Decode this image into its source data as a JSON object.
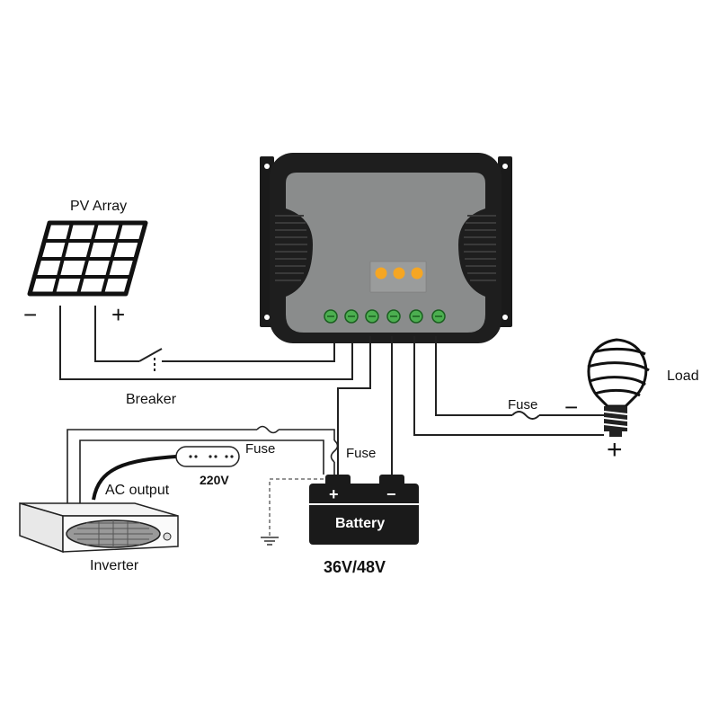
{
  "labels": {
    "pv_array": "PV Array",
    "pv_minus": "−",
    "pv_plus": "+",
    "breaker": "Breaker",
    "fuse_load": "Fuse",
    "load": "Load",
    "load_minus": "−",
    "load_plus": "+",
    "fuse_left": "Fuse",
    "fuse_battery": "Fuse",
    "ac_output": "AC output",
    "voltage_ac": "220V",
    "inverter": "Inverter",
    "battery": "Battery",
    "battery_plus": "+",
    "battery_minus": "−",
    "battery_voltage": "36V/48V"
  },
  "colors": {
    "controller_body": "#1e1e1e",
    "controller_panel": "#8a8c8c",
    "led": "#f5a623",
    "terminal": "#4caf50",
    "wire": "#222222"
  },
  "icons": [
    "solar-panel-icon",
    "breaker-switch-icon",
    "fuse-icon",
    "light-bulb-icon",
    "battery-icon",
    "inverter-icon",
    "ac-outlet-icon",
    "ground-icon"
  ]
}
